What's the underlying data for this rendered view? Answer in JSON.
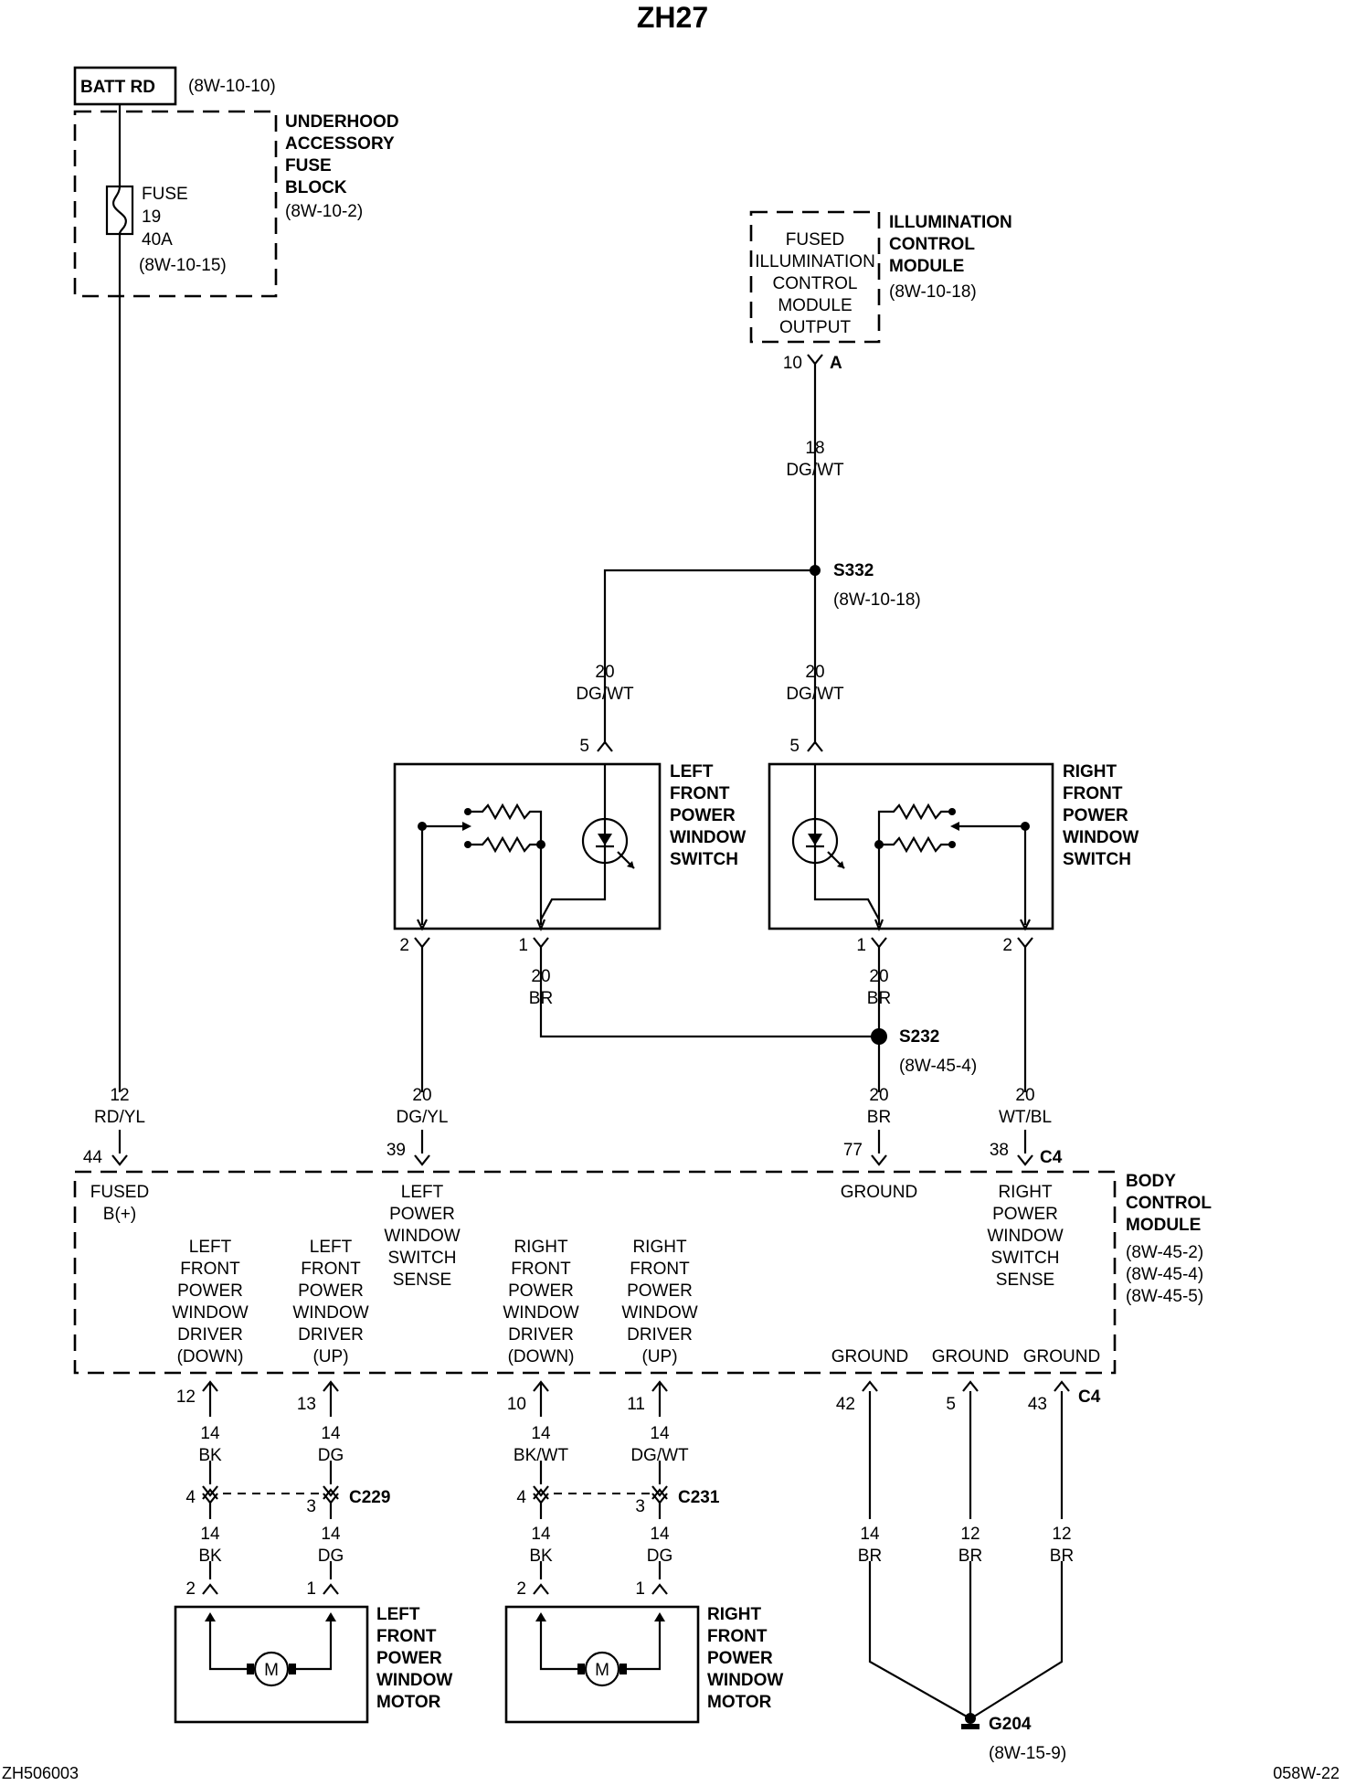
{
  "title": "ZH27",
  "footer": {
    "left": "ZH506003",
    "right": "058W-22"
  },
  "batt": {
    "label": "BATT RD",
    "ref": "(8W-10-10)"
  },
  "fuse_block": {
    "name": [
      "UNDERHOOD",
      "ACCESSORY",
      "FUSE",
      "BLOCK"
    ],
    "ref": "(8W-10-2)",
    "fuse_lines": [
      "FUSE",
      "19",
      "40A",
      "(8W-10-15)"
    ]
  },
  "icm": {
    "inner": [
      "FUSED",
      "ILLUMINATION",
      "CONTROL",
      "MODULE",
      "OUTPUT"
    ],
    "name": [
      "ILLUMINATION",
      "CONTROL",
      "MODULE"
    ],
    "ref": "(8W-10-18)",
    "pin": "10",
    "connector": "A"
  },
  "splices": {
    "s332": {
      "label": "S332",
      "ref": "(8W-10-18)"
    },
    "s232": {
      "label": "S232",
      "ref": "(8W-45-4)"
    }
  },
  "left_switch": {
    "name": [
      "LEFT",
      "FRONT",
      "POWER",
      "WINDOW",
      "SWITCH"
    ]
  },
  "right_switch": {
    "name": [
      "RIGHT",
      "FRONT",
      "POWER",
      "WINDOW",
      "SWITCH"
    ]
  },
  "bcm": {
    "name": [
      "BODY",
      "CONTROL",
      "MODULE"
    ],
    "refs": [
      "(8W-45-2)",
      "(8W-45-4)",
      "(8W-45-5)"
    ],
    "connector": "C4",
    "fused_b": [
      "FUSED",
      "B(+)"
    ],
    "left_sense": [
      "LEFT",
      "POWER",
      "WINDOW",
      "SWITCH",
      "SENSE"
    ],
    "ground_top": "GROUND",
    "right_sense": [
      "RIGHT",
      "POWER",
      "WINDOW",
      "SWITCH",
      "SENSE"
    ],
    "lf_down": [
      "LEFT",
      "FRONT",
      "POWER",
      "WINDOW",
      "DRIVER",
      "(DOWN)"
    ],
    "lf_up": [
      "LEFT",
      "FRONT",
      "POWER",
      "WINDOW",
      "DRIVER",
      "(UP)"
    ],
    "rf_down": [
      "RIGHT",
      "FRONT",
      "POWER",
      "WINDOW",
      "DRIVER",
      "(DOWN)"
    ],
    "rf_up": [
      "RIGHT",
      "FRONT",
      "POWER",
      "WINDOW",
      "DRIVER",
      "(UP)"
    ],
    "ground": "GROUND"
  },
  "connectors": {
    "c229": "C229",
    "c231": "C231"
  },
  "left_motor": {
    "name": [
      "LEFT",
      "FRONT",
      "POWER",
      "WINDOW",
      "MOTOR"
    ],
    "symbol": "M"
  },
  "right_motor": {
    "name": [
      "RIGHT",
      "FRONT",
      "POWER",
      "WINDOW",
      "MOTOR"
    ],
    "symbol": "M"
  },
  "ground_point": {
    "label": "G204",
    "ref": "(8W-15-9)"
  },
  "wires": {
    "icm_out": [
      "18",
      "DG/WT"
    ],
    "sw_left_in": [
      "20",
      "DG/WT"
    ],
    "sw_right_in": [
      "20",
      "DG/WT"
    ],
    "lsw_gnd": [
      "20",
      "BR"
    ],
    "rsw_gnd": [
      "20",
      "BR"
    ],
    "fused": [
      "12",
      "RD/YL"
    ],
    "lsense": [
      "20",
      "DG/YL"
    ],
    "gnd77": [
      "20",
      "BR"
    ],
    "rsense": [
      "20",
      "WT/BL"
    ],
    "lfd_top": [
      "14",
      "BK"
    ],
    "lfu_top": [
      "14",
      "DG"
    ],
    "rfd_top": [
      "14",
      "BK/WT"
    ],
    "rfu_top": [
      "14",
      "DG/WT"
    ],
    "lfd_bot": [
      "14",
      "BK"
    ],
    "lfu_bot": [
      "14",
      "DG"
    ],
    "rfd_bot": [
      "14",
      "BK"
    ],
    "rfu_bot": [
      "14",
      "DG"
    ],
    "g42": [
      "14",
      "BR"
    ],
    "g5": [
      "12",
      "BR"
    ],
    "g43": [
      "12",
      "BR"
    ]
  },
  "pins": {
    "sw_left_5": "5",
    "sw_right_5": "5",
    "lsw_2": "2",
    "lsw_1": "1",
    "rsw_1": "1",
    "rsw_2": "2",
    "b44": "44",
    "b39": "39",
    "b77": "77",
    "b38": "38",
    "b12": "12",
    "b13": "13",
    "b10": "10",
    "b11": "11",
    "b42": "42",
    "b5": "5",
    "b43": "43",
    "c229_4": "4",
    "c229_3": "3",
    "c231_4": "4",
    "c231_3": "3",
    "lm_2": "2",
    "lm_1": "1",
    "rm_2": "2",
    "rm_1": "1"
  }
}
